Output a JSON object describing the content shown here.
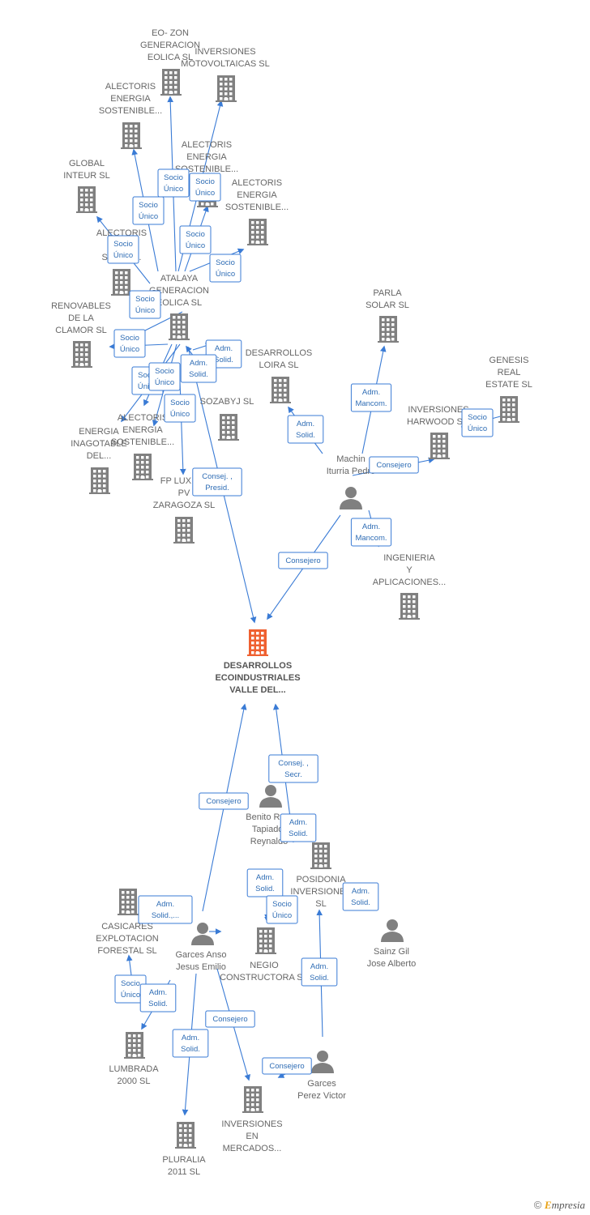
{
  "colors": {
    "edge": "#3a7bd5",
    "node": "#808080",
    "main": "#ef6030"
  },
  "footer": {
    "copyright": "©",
    "brand_first": "E",
    "brand_rest": "mpresia"
  },
  "nodes": [
    {
      "id": "main",
      "type": "company",
      "main": true,
      "label": [
        "DESARROLLOS",
        "ECOINDUSTRIALES",
        "VALLE DEL..."
      ]
    },
    {
      "id": "eozon",
      "type": "company",
      "label": [
        "EO- ZON",
        "GENERACION",
        "EOLICA  SL"
      ]
    },
    {
      "id": "motov",
      "type": "company",
      "label": [
        "INVERSIONES",
        "MOTOVOLTAICAS SL"
      ]
    },
    {
      "id": "alect1",
      "type": "company",
      "label": [
        "ALECTORIS",
        "ENERGIA",
        "SOSTENIBLE..."
      ]
    },
    {
      "id": "global",
      "type": "company",
      "label": [
        "GLOBAL",
        "INTEUR  SL"
      ]
    },
    {
      "id": "alect2",
      "type": "company",
      "label": [
        "ALECTORIS",
        "ENERGIA",
        "SOSTENIBLE..."
      ]
    },
    {
      "id": "alect3",
      "type": "company",
      "label": [
        "ALECTORIS",
        "ENERGIA",
        "SOSTENIBLE..."
      ]
    },
    {
      "id": "alect4",
      "type": "company",
      "label": [
        "ALECTORIS",
        "E...",
        "SOS...E..."
      ]
    },
    {
      "id": "atalaya",
      "type": "company",
      "label": [
        "ATALAYA",
        "GENERACION",
        "EOLICA  SL"
      ]
    },
    {
      "id": "renov",
      "type": "company",
      "label": [
        "RENOVABLES",
        "DE LA",
        "CLAMOR  SL"
      ]
    },
    {
      "id": "loira",
      "type": "company",
      "label": [
        "DESARROLLOS",
        "LOIRA SL"
      ]
    },
    {
      "id": "sozabyj",
      "type": "company",
      "label": [
        "SOZABYJ SL"
      ]
    },
    {
      "id": "energiainag",
      "type": "company",
      "label": [
        "ENERGIA",
        "INAGOTABLE",
        "DEL..."
      ]
    },
    {
      "id": "alect5",
      "type": "company",
      "label": [
        "ALECTORIS",
        "ENERGIA",
        "SOSTENIBLE..."
      ]
    },
    {
      "id": "fplux",
      "type": "company",
      "label": [
        "FP LUX R...",
        "PV",
        "ZARAGOZA  SL"
      ]
    },
    {
      "id": "parla",
      "type": "company",
      "label": [
        "PARLA",
        "SOLAR SL"
      ]
    },
    {
      "id": "genesis",
      "type": "company",
      "label": [
        "GENESIS",
        "REAL",
        "ESTATE  SL"
      ]
    },
    {
      "id": "harwood",
      "type": "company",
      "label": [
        "INVERSIONES",
        "HARWOOD  S..."
      ]
    },
    {
      "id": "machin",
      "type": "person",
      "label": [
        "Machin",
        "Iturria Pedro"
      ]
    },
    {
      "id": "ingenieria",
      "type": "company",
      "label": [
        "INGENIERIA",
        "Y",
        "APLICACIONES..."
      ]
    },
    {
      "id": "benito",
      "type": "person",
      "label": [
        "Benito Ru...",
        "Tapiador",
        "Reynaldo"
      ]
    },
    {
      "id": "posidonia",
      "type": "company",
      "label": [
        "POSIDONIA",
        "INVERSIONES",
        "SL"
      ]
    },
    {
      "id": "casicares",
      "type": "company",
      "label": [
        "CASICARES",
        "EXPLOTACION",
        "FORESTAL SL"
      ]
    },
    {
      "id": "garcesanso",
      "type": "person",
      "label": [
        "Garces Anso",
        "Jesus Emilio"
      ]
    },
    {
      "id": "negio",
      "type": "company",
      "label": [
        "NEGIO",
        "CONSTRUCTORA SA"
      ]
    },
    {
      "id": "sainz",
      "type": "person",
      "label": [
        "Sainz Gil",
        "Jose Alberto"
      ]
    },
    {
      "id": "lumbrada",
      "type": "company",
      "label": [
        "LUMBRADA",
        "2000  SL"
      ]
    },
    {
      "id": "garcesperez",
      "type": "person",
      "label": [
        "Garces",
        "Perez Victor"
      ]
    },
    {
      "id": "invmercados",
      "type": "company",
      "label": [
        "INVERSIONES",
        "EN",
        "MERCADOS..."
      ]
    },
    {
      "id": "pluralia",
      "type": "company",
      "label": [
        "PLURALIA",
        "2011 SL"
      ]
    }
  ],
  "edges": [
    {
      "label": [
        "Socio",
        "Único"
      ]
    },
    {
      "label": [
        "Socio",
        "Único"
      ]
    },
    {
      "label": [
        "Socio",
        "Único"
      ]
    },
    {
      "label": [
        "Socio",
        "Único"
      ]
    },
    {
      "label": [
        "Socio",
        "Único"
      ]
    },
    {
      "label": [
        "Socio",
        "Único"
      ]
    },
    {
      "label": [
        "Socio",
        "Único"
      ]
    },
    {
      "label": [
        "Socio",
        "Único"
      ]
    },
    {
      "label": [
        "Adm.",
        "Solid."
      ]
    },
    {
      "label": [
        "Adm.",
        "Solid."
      ]
    },
    {
      "label": [
        "Adm.",
        "Solid."
      ]
    },
    {
      "label": [
        "Socio",
        "Único"
      ]
    },
    {
      "label": [
        "Socio",
        "Único"
      ]
    },
    {
      "label": [
        "Socio",
        "Único"
      ]
    },
    {
      "label": [
        "Consej. ,",
        "Presid."
      ]
    },
    {
      "label": [
        "Adm.",
        "Mancom."
      ]
    },
    {
      "label": [
        "Socio",
        "Único"
      ]
    },
    {
      "label": [
        "Consejero"
      ]
    },
    {
      "label": [
        "Adm.",
        "Mancom."
      ]
    },
    {
      "label": [
        "Consejero"
      ]
    },
    {
      "label": [
        "Consej. ,",
        "Secr."
      ]
    },
    {
      "label": [
        "Consejero"
      ]
    },
    {
      "label": [
        "Adm.",
        "Solid."
      ]
    },
    {
      "label": [
        "Adm.",
        "Solid."
      ]
    },
    {
      "label": [
        "Socio",
        "Único"
      ]
    },
    {
      "label": [
        "Adm.",
        "Solid.,..."
      ]
    },
    {
      "label": [
        "Adm.",
        "Solid."
      ]
    },
    {
      "label": [
        "Socio",
        "Único"
      ]
    },
    {
      "label": [
        "Adm.",
        "Solid."
      ]
    },
    {
      "label": [
        "Consejero"
      ]
    },
    {
      "label": [
        "Adm.",
        "Solid."
      ]
    },
    {
      "label": [
        "Adm.",
        "Solid."
      ]
    },
    {
      "label": [
        "Consejero"
      ]
    }
  ]
}
